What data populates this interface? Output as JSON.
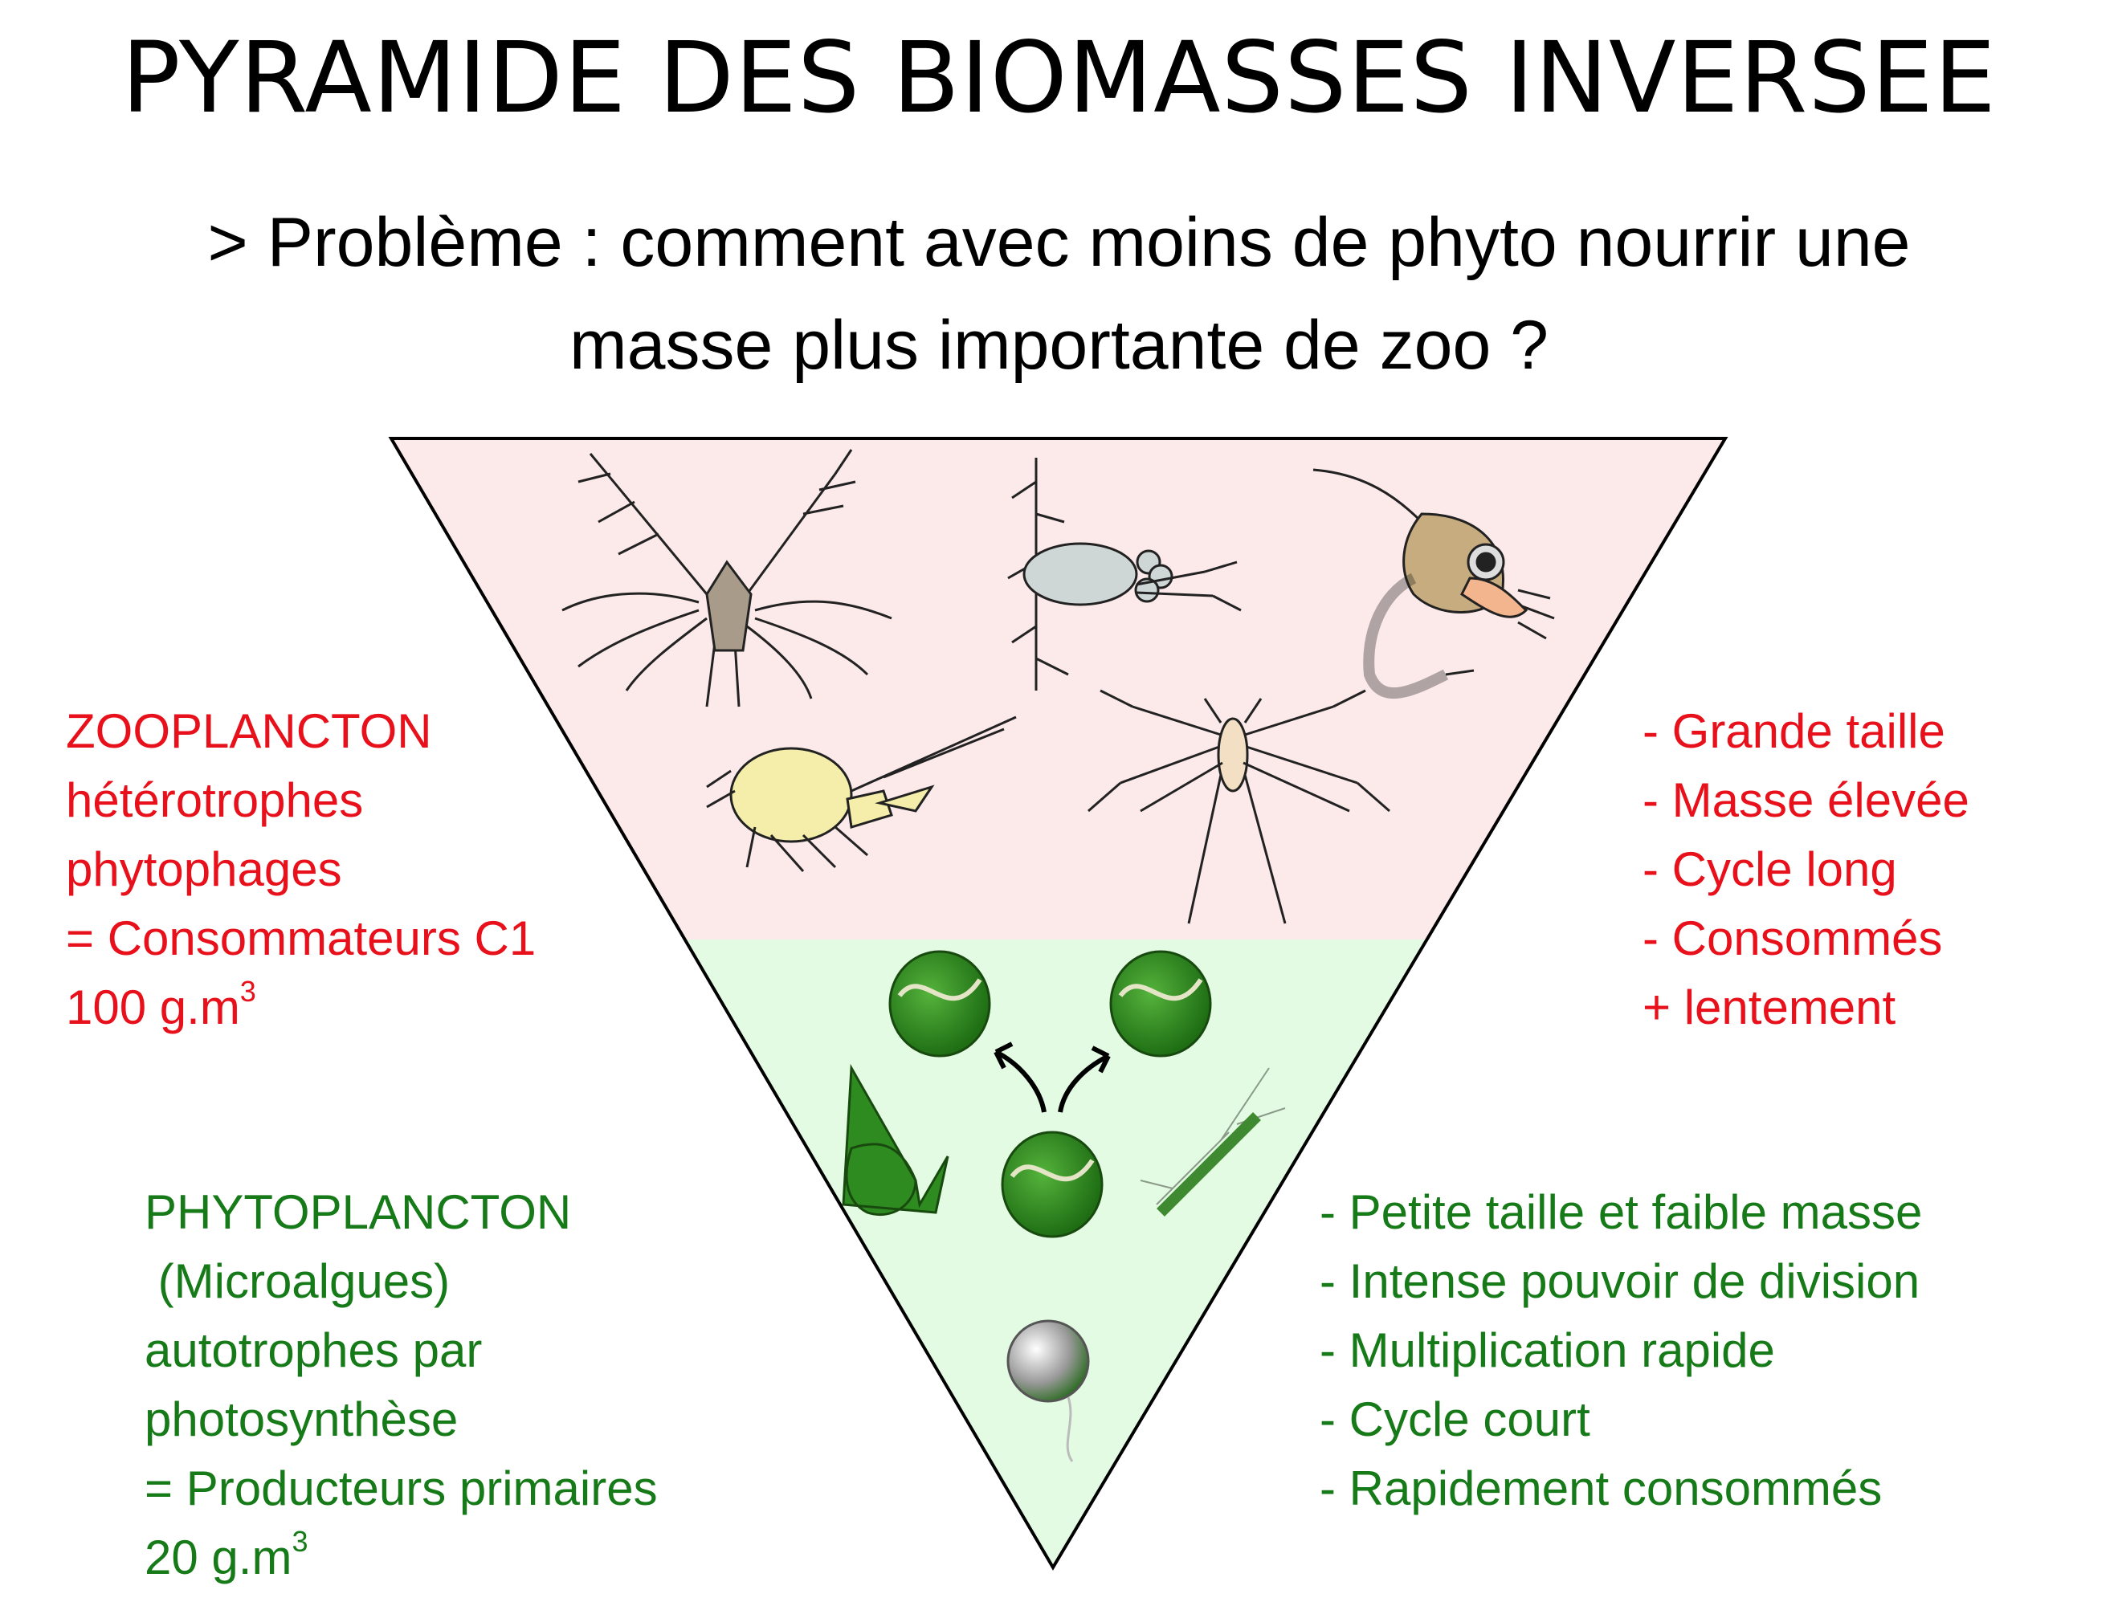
{
  "title": "PYRAMIDE DES BIOMASSES INVERSEE",
  "question": {
    "line1": "> Problème : comment avec moins de phyto nourrir une",
    "line2": "masse plus importante de zoo ?"
  },
  "zoo": {
    "title": "ZOOPLANCTON",
    "line2": "hétérotrophes",
    "line3": "phytophages",
    "line4": "= Consommateurs C1",
    "mass": "100 g.m",
    "exp": "3"
  },
  "zoo_traits": [
    "- Grande taille",
    "- Masse élevée",
    "- Cycle long",
    "- Consommés",
    "+ lentement"
  ],
  "phyto": {
    "title": "PHYTOPLANCTON",
    "line2": " (Microalgues)",
    "line3": "autotrophes par",
    "line4": "photosynthèse",
    "line5": "= Producteurs primaires",
    "mass": "20 g.m",
    "exp": "3"
  },
  "phyto_traits": [
    "- Petite taille et faible masse",
    "- Intense pouvoir de division",
    "- Multiplication rapide",
    "- Cycle court",
    "- Rapidement consommés"
  ],
  "colors": {
    "zoo_fill": "#fce9e9",
    "phyto_fill": "#e3fbe3",
    "zoo_text": "#e8101a",
    "phyto_text": "#167a18",
    "algae_green": "#2e8b1f"
  },
  "icons": [
    "nauplius-larva-icon",
    "daphnia-icon",
    "shrimp-larva-icon",
    "copepod-icon",
    "sea-spider-icon",
    "green-algae-cell-icon",
    "dinoflagellate-icon",
    "diatom-chain-icon",
    "cell-division-arrow-icon"
  ]
}
